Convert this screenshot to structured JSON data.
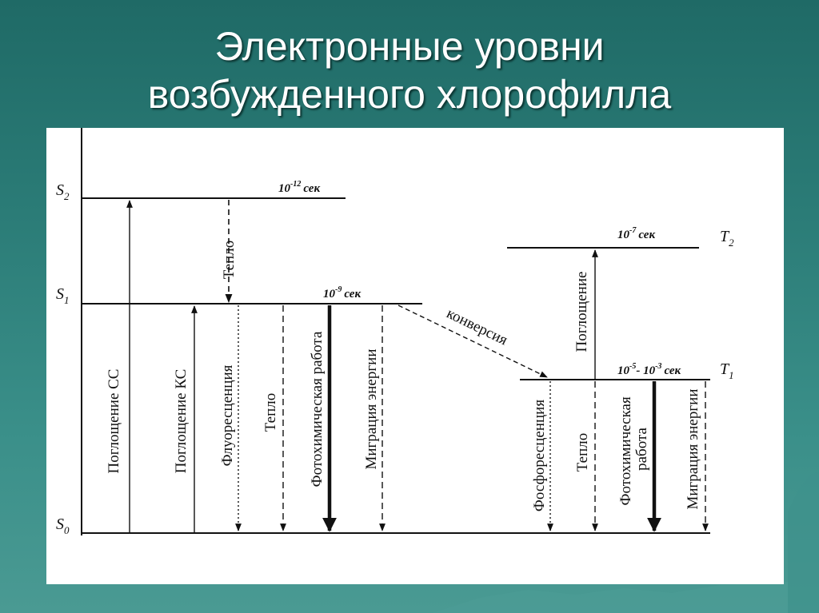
{
  "title": {
    "line1": "Электронные уровни",
    "line2": "возбужденного хлорофилла"
  },
  "levels": {
    "s2": {
      "main": "S",
      "sub": "2",
      "time_base": "10",
      "time_exp": "-12",
      "time_unit": "сек"
    },
    "s1": {
      "main": "S",
      "sub": "1",
      "time_base": "10",
      "time_exp": "-9",
      "time_unit": "сек"
    },
    "s0": {
      "main": "S",
      "sub": "0"
    },
    "t2": {
      "main": "T",
      "sub": "2",
      "time_base": "10",
      "time_exp": "-7",
      "time_unit": "сек"
    },
    "t1": {
      "main": "T",
      "sub": "1",
      "time_text": "10",
      "time_exp1": "-5",
      "time_mid": "- 10",
      "time_exp2": "-3",
      "time_unit": "сек"
    }
  },
  "transitions": {
    "heat_s2_s1": "Тепло",
    "absorb_ss": "Поглощение СС",
    "absorb_ks": "Поглощение КС",
    "fluorescence": "Флуоресценция",
    "heat_s1": "Тепло",
    "photochem_s1": "Фотохимическая работа",
    "migration_s1": "Миграция энергии",
    "conversion": "конверсия",
    "absorb_t": "Поглощение",
    "phosphorescence": "Фосфоресценция",
    "heat_t1": "Тепло",
    "photochem_t1_line1": "Фотохимическая",
    "photochem_t1_line2": "работа",
    "migration_t1": "Миграция энергии"
  },
  "colors": {
    "background": "#2b7c77",
    "panel": "#ffffff",
    "title": "#ffffff",
    "ink": "#111111"
  }
}
